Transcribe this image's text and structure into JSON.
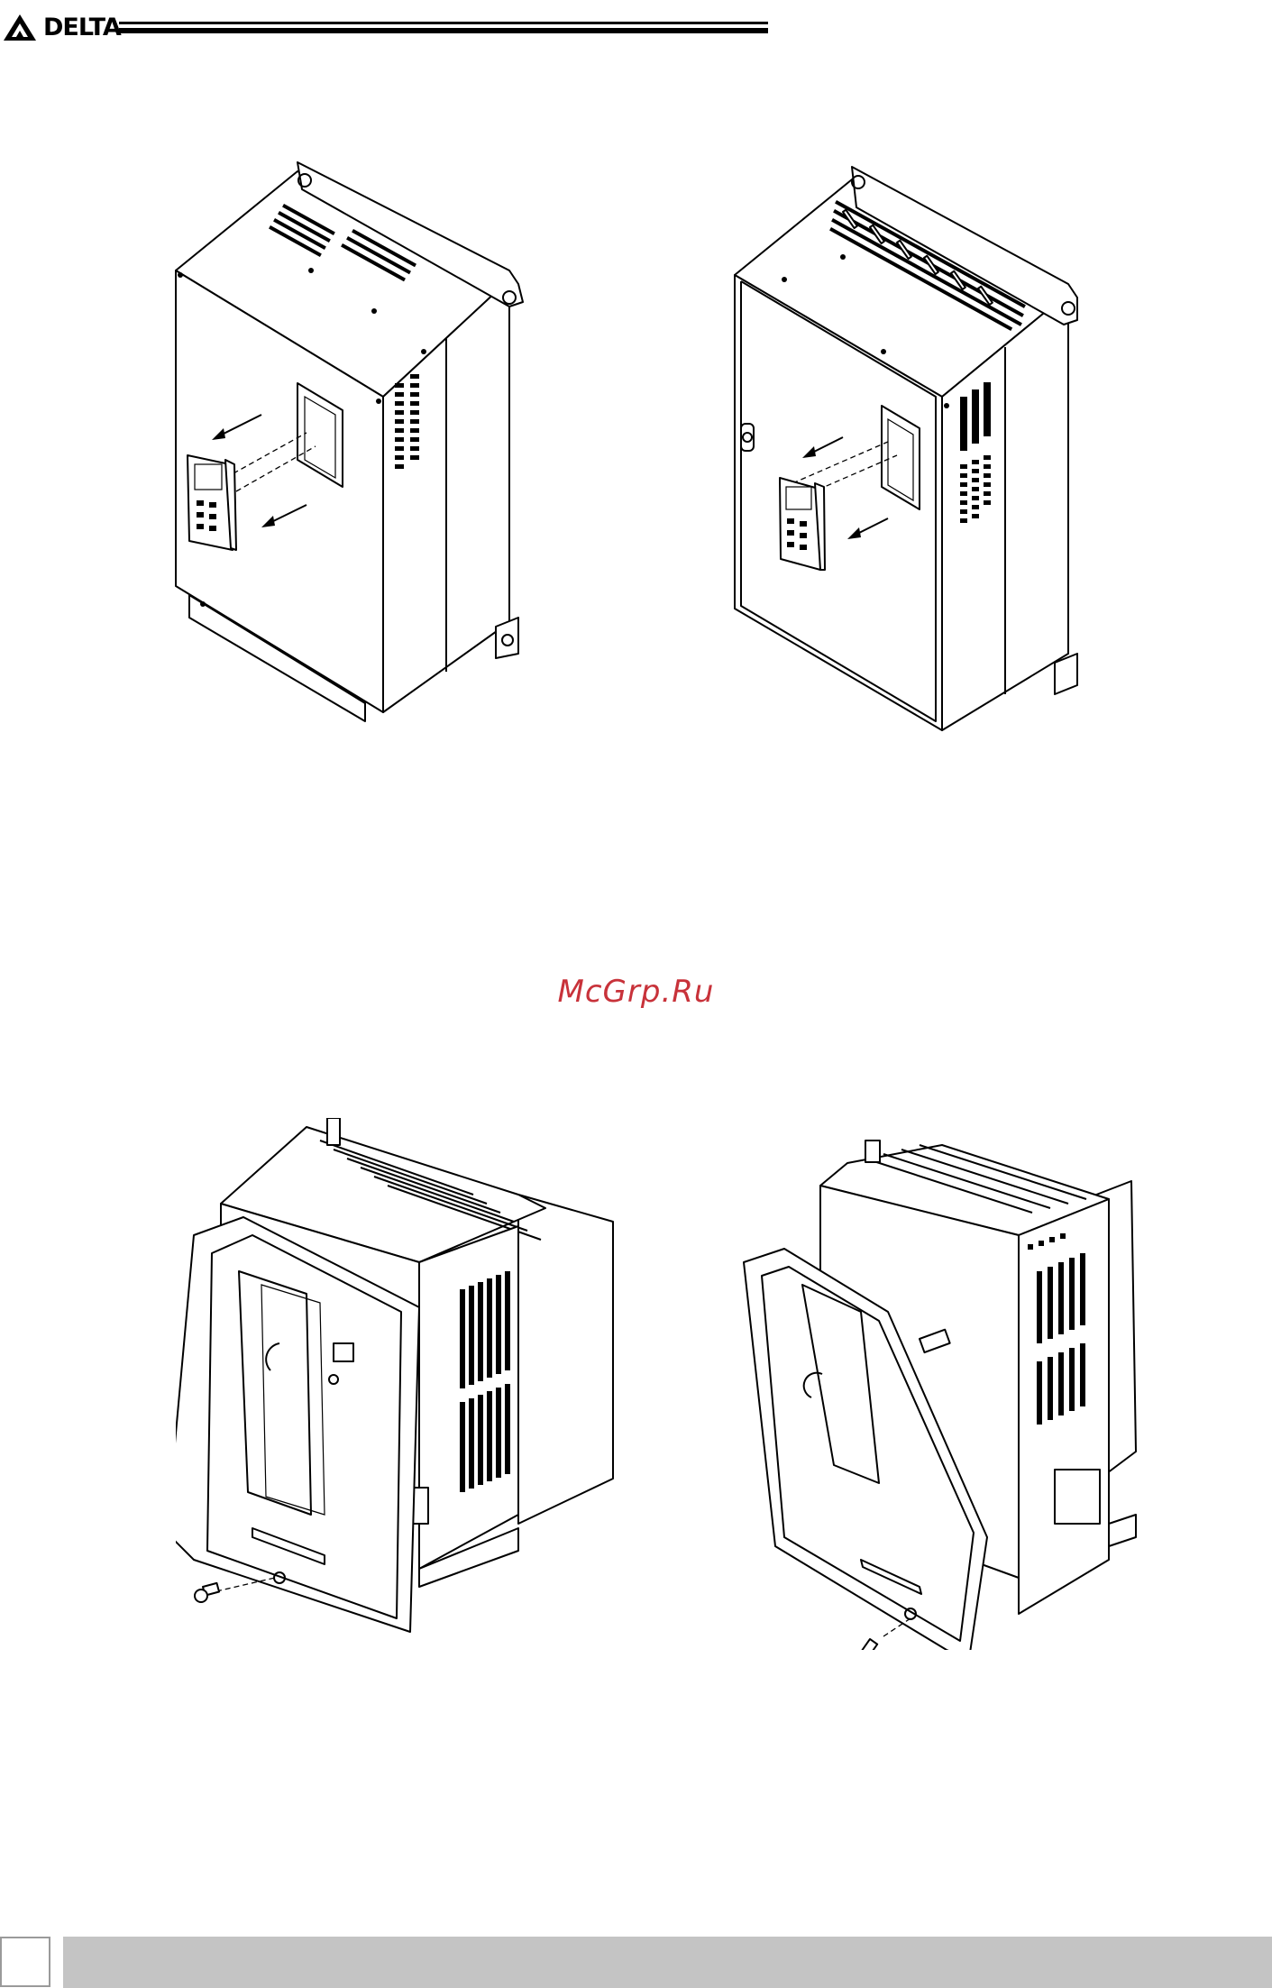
{
  "header": {
    "brand": "DELTA",
    "logo_icon": "delta-triangle-logo-icon"
  },
  "watermark": {
    "text": "McGrp.Ru"
  },
  "figures": [
    {
      "name": "drive-frame-keypad-removal-1",
      "icon": "drive-keypad-removal-illustration"
    },
    {
      "name": "drive-frame-keypad-removal-2",
      "icon": "drive-keypad-removal-illustration"
    },
    {
      "name": "drive-front-cover-removal-1",
      "icon": "drive-cover-removal-illustration"
    },
    {
      "name": "drive-front-cover-removal-2",
      "icon": "drive-cover-removal-illustration"
    }
  ],
  "footer": {
    "page_box": "",
    "bar_color": "#c4c4c4"
  },
  "colors": {
    "watermark": "#c8323a",
    "line": "#000000"
  }
}
